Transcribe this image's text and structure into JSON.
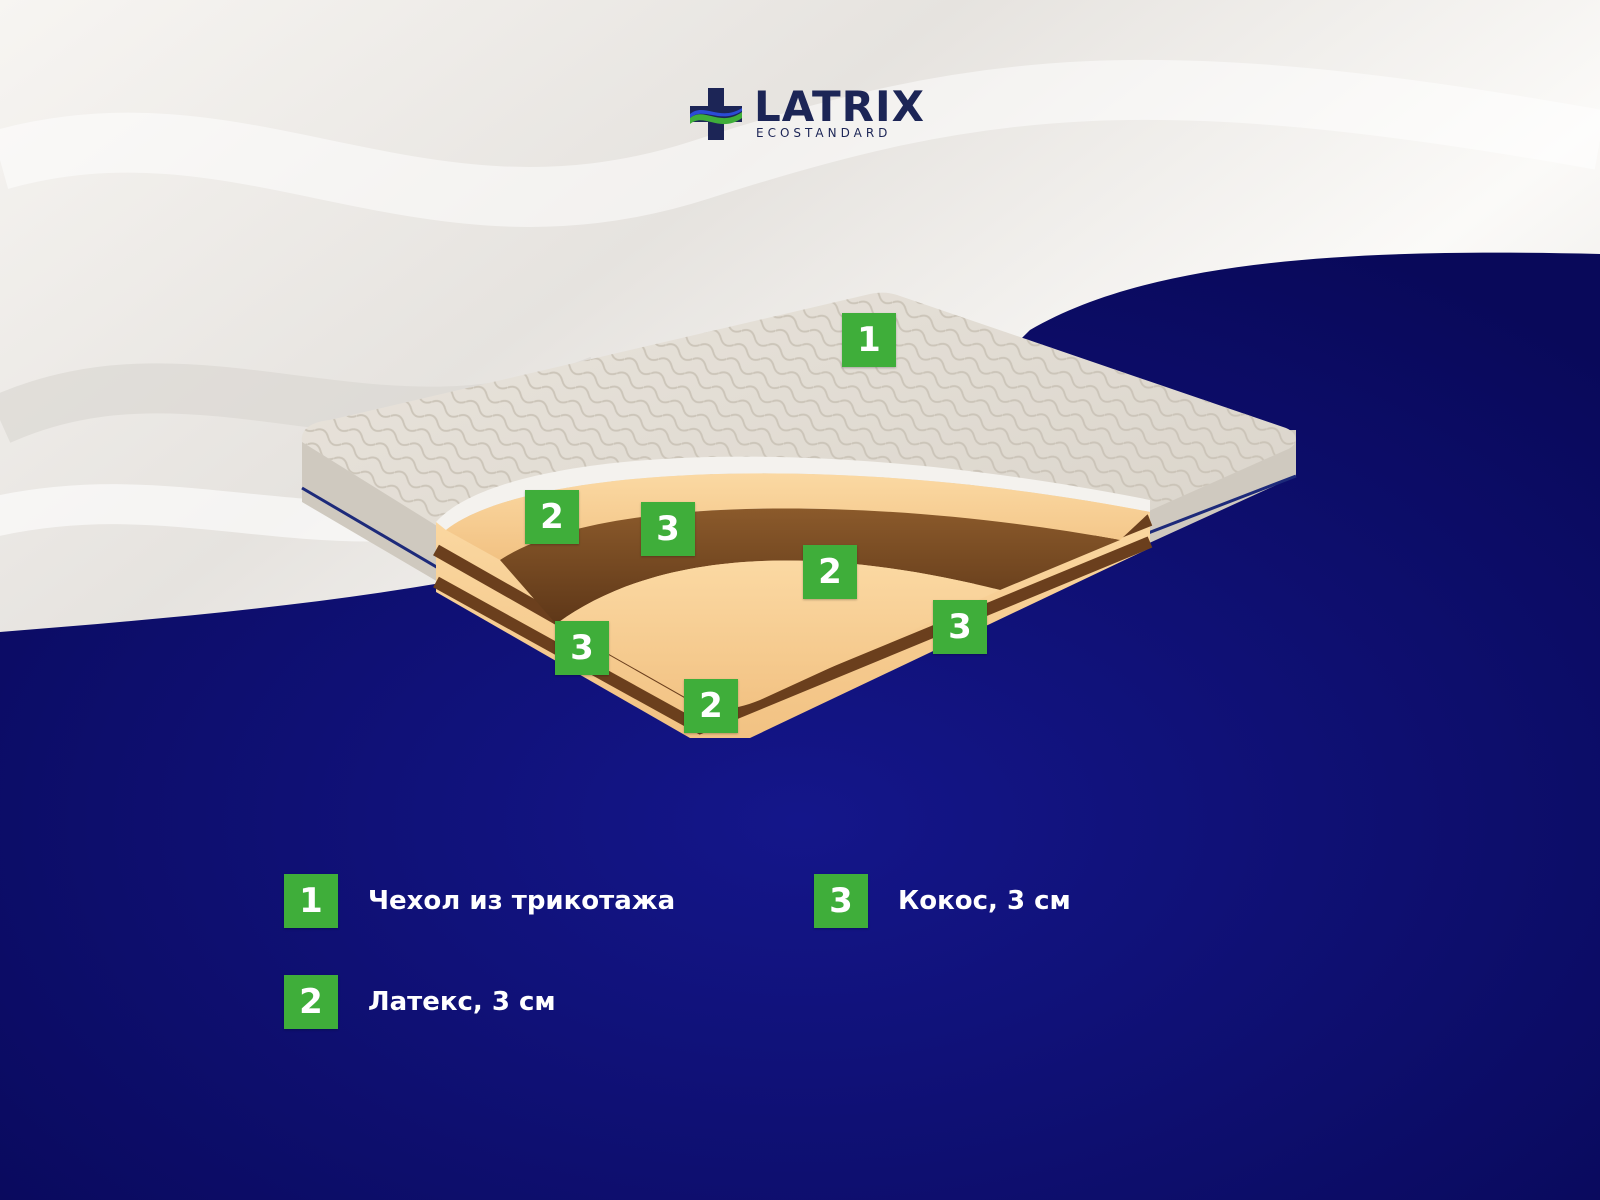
{
  "brand": {
    "name": "LATRIX",
    "tagline": "ECOSTANDARD",
    "colors": {
      "navy": "#1c2556",
      "green": "#3fae3a",
      "blue": "#2b4bd6",
      "background_dark": "#0b0c63"
    }
  },
  "callouts": [
    {
      "number": "1",
      "layer": "cover"
    },
    {
      "number": "2",
      "layer": "latex"
    },
    {
      "number": "3",
      "layer": "coconut"
    },
    {
      "number": "2",
      "layer": "latex"
    },
    {
      "number": "3",
      "layer": "coconut"
    },
    {
      "number": "3",
      "layer": "coconut"
    },
    {
      "number": "2",
      "layer": "latex"
    }
  ],
  "legend": [
    {
      "number": "1",
      "label": "Чехол из трикотажа"
    },
    {
      "number": "3",
      "label": "Кокос, 3 см"
    },
    {
      "number": "2",
      "label": "Латекс, 3 см"
    }
  ]
}
